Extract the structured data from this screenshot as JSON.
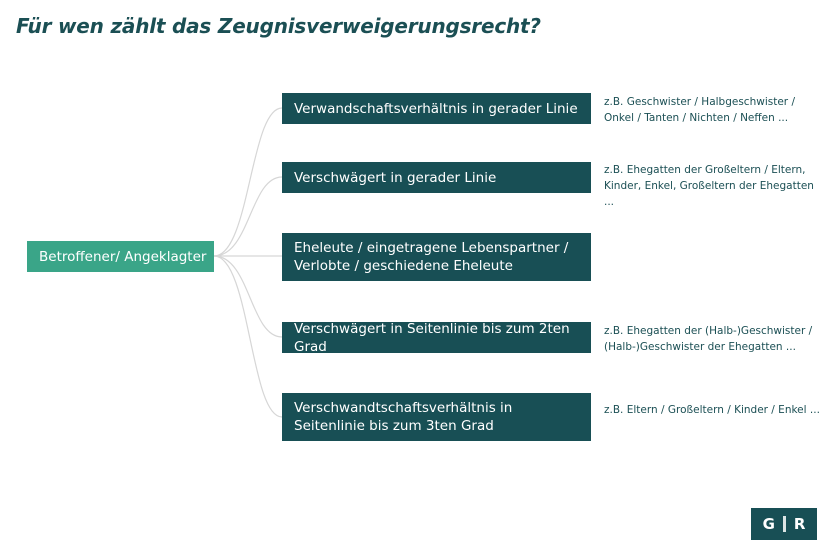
{
  "title": "Für wen zählt das Zeugnisverweigerungsrecht?",
  "root": {
    "label": "Betroffener/ Angeklagter"
  },
  "branches": [
    {
      "label": "Verwandschaftsverhältnis in gerader Linie",
      "note": "z.B. Geschwister / Halbgeschwister / Onkel / Tanten / Nichten / Neffen ..."
    },
    {
      "label": "Verschwägert in gerader Linie",
      "note": "z.B. Ehegatten der Großeltern / Eltern, Kinder, Enkel, Großeltern der Ehegatten ..."
    },
    {
      "label": "Eheleute / eingetragene Lebenspartner / Verlobte / geschiedene Eheleute",
      "note": ""
    },
    {
      "label": "Verschwägert in Seitenlinie bis zum 2ten Grad",
      "note": "z.B. Ehegatten der (Halb-)Geschwister / (Halb-)Geschwister der Ehegatten ..."
    },
    {
      "label": "Verschwandtschaftsverhältnis in Seitenlinie bis zum 3ten Grad",
      "note": "z.B. Eltern / Großeltern / Kinder / Enkel ..."
    }
  ],
  "logo": {
    "left": "G",
    "right": "R"
  },
  "colors": {
    "title": "#1b4f54",
    "root": "#3aa588",
    "node": "#184f55",
    "connector": "#d6d6d6"
  }
}
